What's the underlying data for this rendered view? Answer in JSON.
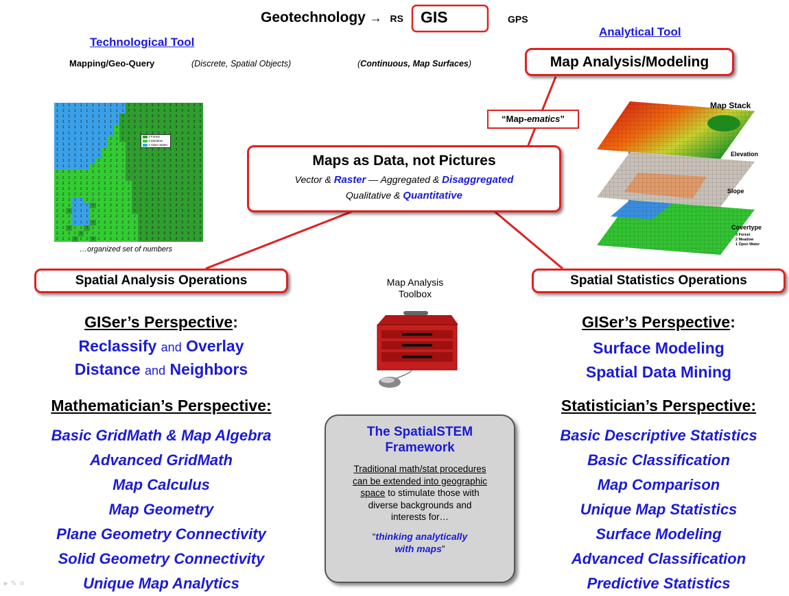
{
  "header": {
    "geotech": "Geotechnology",
    "arrow": "→",
    "rs": "RS",
    "gis": "GIS",
    "gps": "GPS",
    "tech_tool": "Technological Tool",
    "analytical_tool": "Analytical Tool",
    "mapping_query": "Mapping/Geo-Query",
    "discrete": "(Discrete, Spatial Objects)",
    "continuous_open": "(",
    "continuous": "Continuous,",
    "map_surfaces": "Map Surfaces",
    "continuous_close": ")"
  },
  "map_analysis_box": "Map Analysis/Modeling",
  "mapematics": {
    "prefix": "“Map-",
    "italic": "ematics",
    "suffix": "”"
  },
  "maps_as_data": {
    "title": "Maps as Data, not Pictures",
    "line2": [
      "Vector &",
      "Raster",
      "—  Aggregated &",
      "Disaggregated"
    ],
    "line3": [
      "Qualitative &",
      "Quantitative"
    ]
  },
  "grid_map": {
    "caption": "…organized set of numbers",
    "legend": [
      "3  Forest",
      "2  Meadow",
      "1  Open Water"
    ],
    "colors": {
      "water": "#3aa0e8",
      "meadow": "#33cc33",
      "forest": "#2e9e2e"
    }
  },
  "map_stack": {
    "title": "Map Stack",
    "layers": [
      "Elevation",
      "Slope",
      "Covertype"
    ],
    "legend": [
      "3  Forest",
      "2  Meadow",
      "1  Open Water"
    ]
  },
  "left_box": "Spatial Analysis Operations",
  "right_box": "Spatial Statistics Operations",
  "toolbox": {
    "line1": "Map Analysis",
    "line2": "Toolbox"
  },
  "left": {
    "giser_title": "GISer’s Perspective",
    "giser_colon": ":",
    "giser_line1": [
      "Reclassify",
      "and",
      "Overlay"
    ],
    "giser_line2": [
      "Distance",
      "and",
      "Neighbors"
    ],
    "math_title": "Mathematician’s Perspective:",
    "math_items": [
      "Basic GridMath & Map Algebra",
      "Advanced GridMath",
      "Map Calculus",
      "Map Geometry",
      "Plane Geometry Connectivity",
      "Solid Geometry Connectivity",
      "Unique Map Analytics"
    ]
  },
  "right": {
    "giser_title": "GISer’s Perspective",
    "giser_colon": ":",
    "giser_line1": "Surface Modeling",
    "giser_line2": "Spatial Data Mining",
    "stat_title": "Statistician’s Perspective:",
    "stat_items": [
      "Basic Descriptive Statistics",
      "Basic Classification",
      "Map Comparison",
      "Unique Map Statistics",
      "Surface Modeling",
      "Advanced Classification",
      "Predictive Statistics"
    ]
  },
  "framework": {
    "title1": "The SpatialSTEM",
    "title2": "Framework",
    "underlined": [
      "Traditional math/stat procedures",
      "can be extended into geographic",
      "space"
    ],
    "rest": [
      "to stimulate those with",
      "diverse backgrounds and",
      "interests for…"
    ],
    "quote_open": "“",
    "quote1": "thinking analytically",
    "quote2": "with maps",
    "quote_close": "”"
  },
  "colors": {
    "red": "#e02020",
    "blue": "#1a1ad6",
    "framework_bg": "#d4d4d4"
  }
}
